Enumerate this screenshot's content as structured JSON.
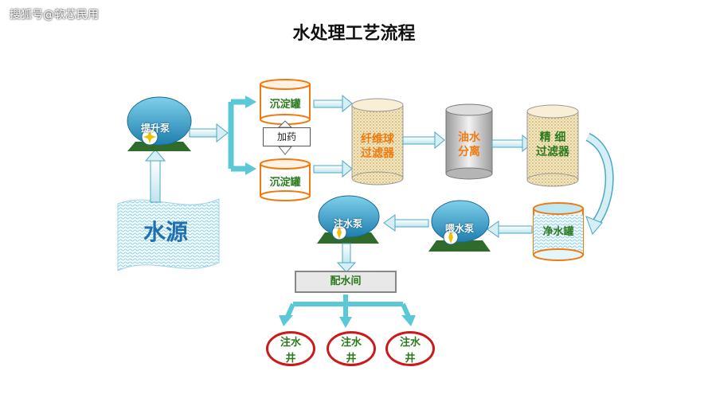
{
  "watermark": "搜狐号@软芯民用",
  "title": "水处理工艺流程",
  "nodes": {
    "lift_pump": "提升泵",
    "water_source": "水源",
    "settling_tank_top": "沉淀罐",
    "settling_tank_bottom": "沉淀罐",
    "dosing": "加药",
    "fiber_ball_filter_l1": "纤维球",
    "fiber_ball_filter_l2": "过滤器",
    "oil_water_sep_l1": "油水",
    "oil_water_sep_l2": "分离",
    "fine_filter_l1": "精 细",
    "fine_filter_l2": "过滤器",
    "clean_tank": "净水罐",
    "feed_pump": "喂水泵",
    "injection_pump": "注水泵",
    "distribution_room": "配水间",
    "well_1": [
      "注水",
      "井"
    ],
    "well_2": [
      "注水",
      "井"
    ],
    "well_3": [
      "注水",
      "井"
    ]
  },
  "colors": {
    "arrow_fill": "#d6eef5",
    "arrow_stroke": "#4aa9c4",
    "branch_arrow": "#5bc8d8",
    "label_green": "#2b7a1e",
    "label_orange": "#f07a10",
    "well_border": "#cc1a1a",
    "pump_blue": "#2a8fc0",
    "pump_base": "#2f6b2a"
  }
}
